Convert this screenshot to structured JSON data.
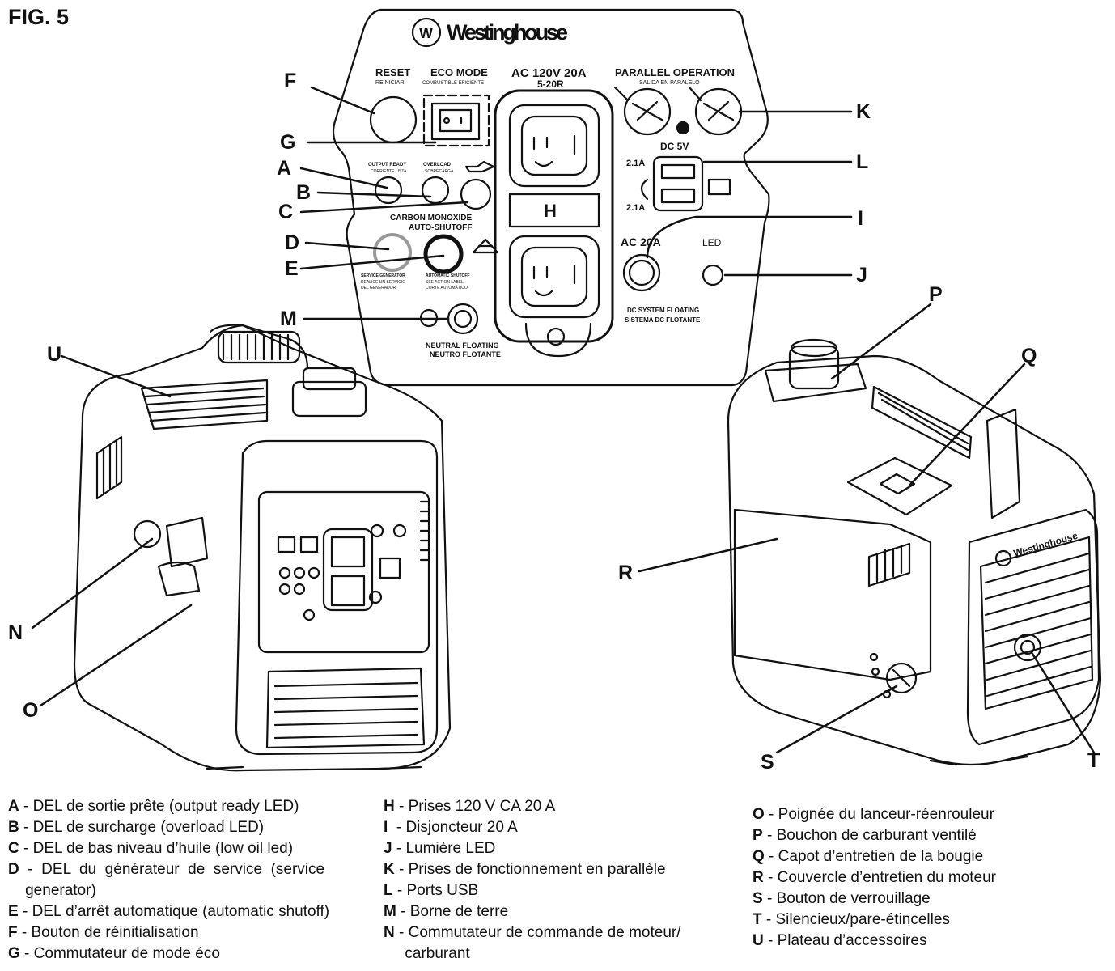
{
  "figure": {
    "title": "FIG. 5"
  },
  "panel": {
    "brand": "Westinghouse",
    "brand_logo": "W",
    "reset": "RESET",
    "reset_sub": "REINICIAR",
    "eco_mode": "ECO MODE",
    "eco_mode_sub": "COMBUSTIBLE EFICIENTE",
    "ac_rating": "AC 120V 20A",
    "ac_type": "5-20R",
    "parallel": "PARALLEL OPERATION",
    "parallel_sub": "SALIDA EN PARALELO",
    "dc_5v": "DC 5V",
    "usb_top": "2.1A",
    "usb_bottom": "2.1A",
    "output_ready": "OUTPUT READY",
    "output_ready_sub": "CORRIENTE LISTA",
    "overload": "OVERLOAD",
    "overload_sub": "SOBRECARGA",
    "co_title": "CARBON MONOXIDE",
    "co_title2": "AUTO-SHUTOFF",
    "service_gen": "SERVICE GENERATOR",
    "service_gen_sub": "REALICE UN SERVICIO",
    "service_gen_sub2": "DEL GENERADOR",
    "auto_shutdown": "AUTOMATIC SHUTOFF",
    "auto_shutdown_sub": "SEE ACTION LABEL",
    "auto_shutdown_sub2": "CORTE AUTOMÁTICO",
    "breaker": "AC 20A",
    "led": "LED",
    "dc_floating": "DC SYSTEM FLOATING",
    "dc_floating_sub": "SISTEMA DC FLOTANTE",
    "neutral": "NEUTRAL FLOATING",
    "neutral_sub": "NEUTRO FLOTANTE"
  },
  "callouts": {
    "A": "A",
    "B": "B",
    "C": "C",
    "D": "D",
    "E": "E",
    "F": "F",
    "G": "G",
    "H": "H",
    "I": "I",
    "J": "J",
    "K": "K",
    "L": "L",
    "M": "M",
    "N": "N",
    "O": "O",
    "P": "P",
    "Q": "Q",
    "R": "R",
    "S": "S",
    "T": "T",
    "U": "U"
  },
  "generator_right": {
    "brand": "Westinghouse"
  },
  "legend": {
    "col1": [
      {
        "key": "A",
        "text": " - DEL de sortie prête (output ready LED)"
      },
      {
        "key": "B",
        "text": " - DEL de surcharge (overload LED)"
      },
      {
        "key": "C",
        "text": " - DEL de bas niveau d’huile (low oil led)"
      },
      {
        "key": "D",
        "text": "  -  DEL  du  générateur  de  service  (service"
      },
      {
        "key": "",
        "text": "    generator)"
      },
      {
        "key": "E",
        "text": " - DEL d’arrêt automatique (automatic shutoff)"
      },
      {
        "key": "F",
        "text": " - Bouton de réinitialisation"
      },
      {
        "key": "G",
        "text": " - Commutateur de mode éco"
      }
    ],
    "col2": [
      {
        "key": "H",
        "text": " - Prises 120 V CA 20 A"
      },
      {
        "key": "I",
        "text": "  - Disjoncteur 20 A"
      },
      {
        "key": "J",
        "text": " - Lumière LED"
      },
      {
        "key": "K",
        "text": " - Prises de fonctionnement en parallèle"
      },
      {
        "key": "L",
        "text": " - Ports USB"
      },
      {
        "key": "M",
        "text": " - Borne de terre"
      },
      {
        "key": "N",
        "text": " - Commutateur de commande de moteur/"
      },
      {
        "key": "",
        "text": "     carburant"
      }
    ],
    "col3": [
      {
        "key": "O",
        "text": " - Poignée du lanceur-réenrouleur"
      },
      {
        "key": "P",
        "text": " - Bouchon de carburant ventilé"
      },
      {
        "key": "Q",
        "text": " - Capot d’entretien de la bougie"
      },
      {
        "key": "R",
        "text": " - Couvercle d’entretien du moteur"
      },
      {
        "key": "S",
        "text": " - Bouton de verrouillage"
      },
      {
        "key": "T",
        "text": " - Silencieux/pare-étincelles"
      },
      {
        "key": "U",
        "text": " - Plateau d’accessoires"
      }
    ]
  }
}
